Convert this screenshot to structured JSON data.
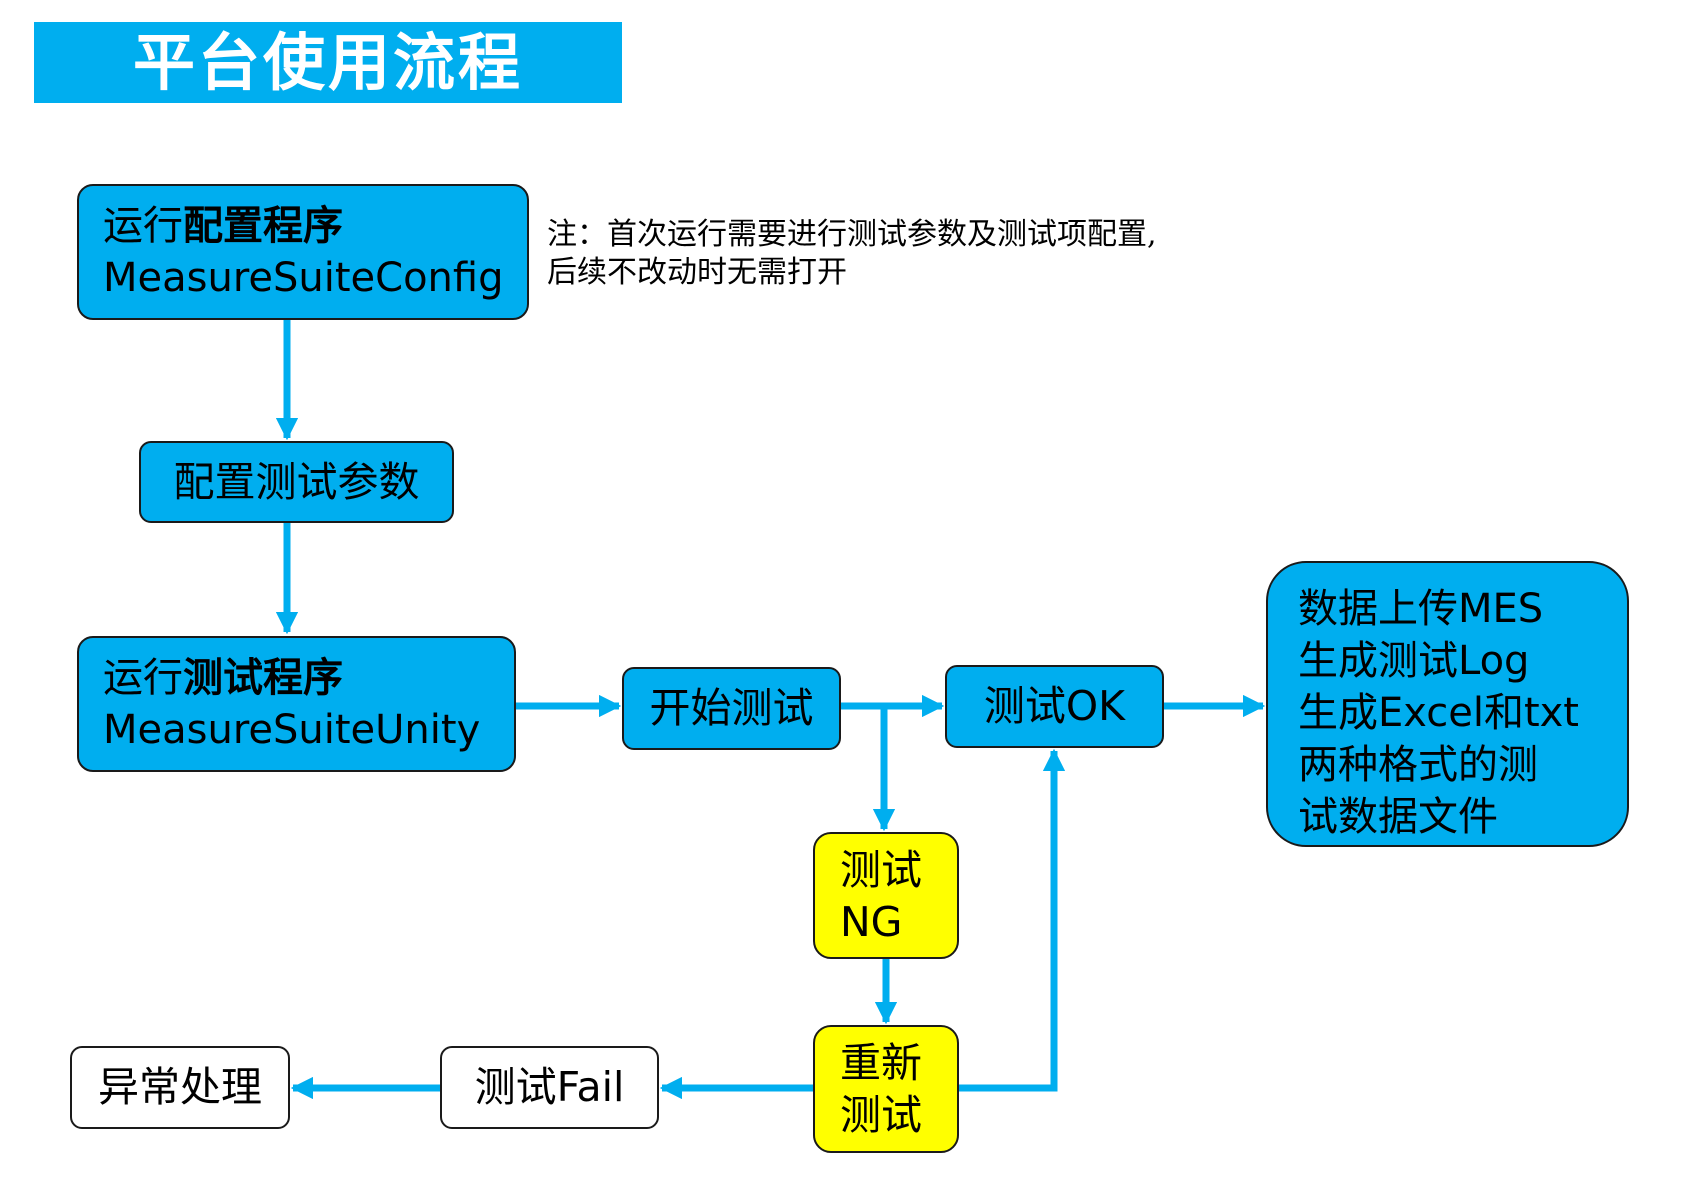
{
  "title": "平台使用流程",
  "nodes": {
    "config": {
      "line1_prefix": "运行",
      "line1_bold": "配置程序",
      "line2": "MeasureSuiteConfig"
    },
    "params": {
      "label": "配置测试参数"
    },
    "unity": {
      "line1_prefix": "运行",
      "line1_bold": "测试程序",
      "line2": "MeasureSuiteUnity"
    },
    "start": {
      "label": "开始测试"
    },
    "ok": {
      "label": "测试OK"
    },
    "result": {
      "lines": [
        "数据上传MES",
        "生成测试Log",
        "生成Excel和txt",
        "两种格式的测",
        "试数据文件"
      ]
    },
    "ng": {
      "lines": [
        "测试",
        "NG"
      ]
    },
    "retest": {
      "lines": [
        "重新",
        "测试"
      ]
    },
    "fail": {
      "label": "测试Fail"
    },
    "exception": {
      "label": "异常处理"
    }
  },
  "note": {
    "lines": [
      "注：首次运行需要进行测试参数及测试项配置,",
      "后续不改动时无需打开"
    ]
  },
  "colors": {
    "title_bg": "#00aeef",
    "node_blue": "#00aeef",
    "node_yellow": "#ffff00",
    "node_white": "#ffffff",
    "arrow": "#00aeef"
  }
}
